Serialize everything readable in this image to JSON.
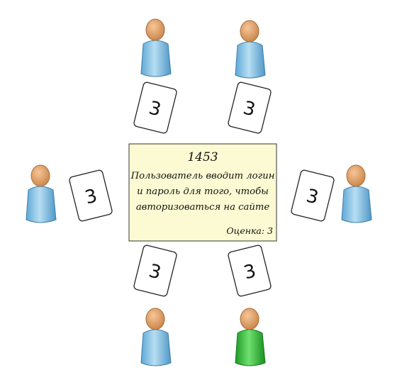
{
  "story": {
    "id": "1453",
    "text_lines": [
      "Пользователь вводит логин",
      "и пароль для того, чтобы",
      "авторизоваться на сайте"
    ],
    "estimate": "Оценка: 3"
  },
  "cards": [
    {
      "value": "3"
    },
    {
      "value": "3"
    },
    {
      "value": "3"
    },
    {
      "value": "3"
    },
    {
      "value": "3"
    },
    {
      "value": "3"
    }
  ],
  "colors": {
    "note_fill": "#fbfad2",
    "person_blue": "#8ec9ea",
    "person_green": "#2fbf3b",
    "head": "#e8a46e"
  },
  "players": [
    {
      "icon": "person-icon",
      "highlight": false
    },
    {
      "icon": "person-icon",
      "highlight": false
    },
    {
      "icon": "person-icon",
      "highlight": false
    },
    {
      "icon": "person-icon",
      "highlight": false
    },
    {
      "icon": "person-icon",
      "highlight": false
    },
    {
      "icon": "person-icon",
      "highlight": true
    }
  ]
}
